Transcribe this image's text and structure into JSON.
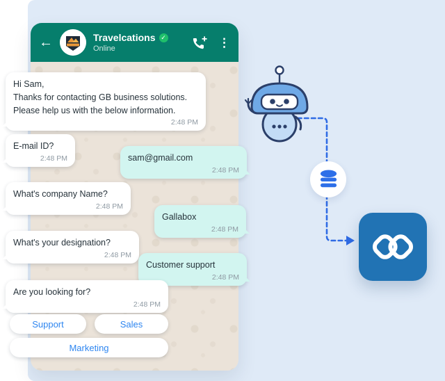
{
  "phone": {
    "header": {
      "title": "Travelcations",
      "status": "Online",
      "back_icon": "back-arrow",
      "verified_icon": "verified-check",
      "call_icon": "add-call",
      "menu_icon": "kebab-menu",
      "verified_glyph": "✓",
      "back_glyph": "←",
      "kebab_glyph": "⋮"
    },
    "messages": [
      {
        "dir": "in",
        "text": "Hi Sam,\nThanks for contacting GB business solutions.\nPlease help us with the below information.",
        "time": "2:48 PM"
      },
      {
        "dir": "in",
        "text": "E-mail ID?",
        "time": "2:48 PM"
      },
      {
        "dir": "out",
        "text": "sam@gmail.com",
        "time": "2:48 PM"
      },
      {
        "dir": "in",
        "text": "What's company Name?",
        "time": "2:48 PM"
      },
      {
        "dir": "out",
        "text": "Gallabox",
        "time": "2:48 PM"
      },
      {
        "dir": "in",
        "text": "What's your designation?",
        "time": "2:48 PM"
      },
      {
        "dir": "out",
        "text": "Customer support",
        "time": "2:48 PM"
      },
      {
        "dir": "in",
        "text": "Are you looking for?",
        "time": "2:48 PM"
      }
    ],
    "quick_replies": [
      "Support",
      "Sales",
      "Marketing"
    ]
  },
  "illustration": {
    "bot_icon": "chatbot-mascot",
    "database_icon": "database",
    "crm_icon": "zoho-crm-logo"
  },
  "colors": {
    "header_green": "#067e6c",
    "chat_bg": "#ebe3d9",
    "bubble_in": "#ffffff",
    "bubble_out": "#d2f5f0",
    "quick_reply_text": "#2e86f0",
    "backdrop_blue": "#dfeaf7",
    "connector_blue": "#2f6be4",
    "crm_blue": "#2173b4",
    "verified_green": "#1fbf6b"
  }
}
